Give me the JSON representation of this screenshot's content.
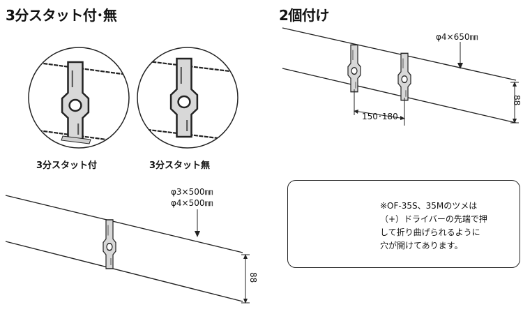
{
  "headings": {
    "left": "3分スタット付･無",
    "right": "2個付け"
  },
  "captions": {
    "with_stud": "3分スタット付",
    "without_stud": "3分スタット無"
  },
  "dimensions": {
    "left_size_1": "φ3×500㎜",
    "left_size_2": "φ4×500㎜",
    "left_height": "88",
    "right_size": "φ4×650㎜",
    "right_height": "88",
    "spacing": "150･180"
  },
  "note": {
    "line1": "※OF-35S、35Mのツメは",
    "line2": "（+）ドライバーの先端で押",
    "line3": "して折り曲げられるように",
    "line4": "穴が開けてあります。"
  },
  "colors": {
    "line": "#222222",
    "bracket_fill": "#d8d8d8",
    "note_circle": "#f3d6e8",
    "arrow_red": "#d42020"
  }
}
